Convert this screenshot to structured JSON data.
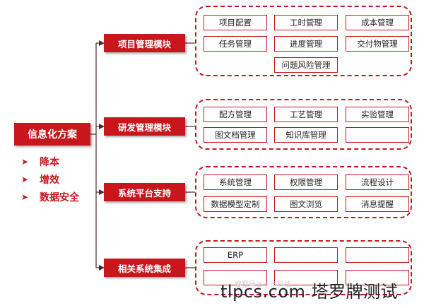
{
  "root": {
    "label": "信息化方案"
  },
  "benefits": [
    {
      "icon": "arrow-right-icon",
      "label": "降本"
    },
    {
      "icon": "arrow-right-icon",
      "label": "增效"
    },
    {
      "icon": "arrow-right-icon",
      "label": "数据安全"
    }
  ],
  "modules": [
    {
      "label": "项目管理模块",
      "items": [
        "项目配置",
        "工时管理",
        "成本管理",
        "任务管理",
        "进度管理",
        "交付物管理",
        "问题风险管理"
      ]
    },
    {
      "label": "研发管理模块",
      "items": [
        "配方管理",
        "工艺管理",
        "实验管理",
        "图文档管理",
        "知识库管理",
        ""
      ]
    },
    {
      "label": "系统平台支持",
      "items": [
        "系统管理",
        "权限管理",
        "流程设计",
        "数据模型定制",
        "图文浏览",
        "消息提醒"
      ]
    },
    {
      "label": "相关系统集成",
      "items": [
        "ERP",
        "",
        "",
        "",
        "",
        ""
      ]
    }
  ],
  "watermark": "搜狐号@一丰科技",
  "caption": "tlpcs.com 塔罗牌测试",
  "colors": {
    "accent": "#c8161d",
    "text": "#222222",
    "background": "#ffffff"
  }
}
